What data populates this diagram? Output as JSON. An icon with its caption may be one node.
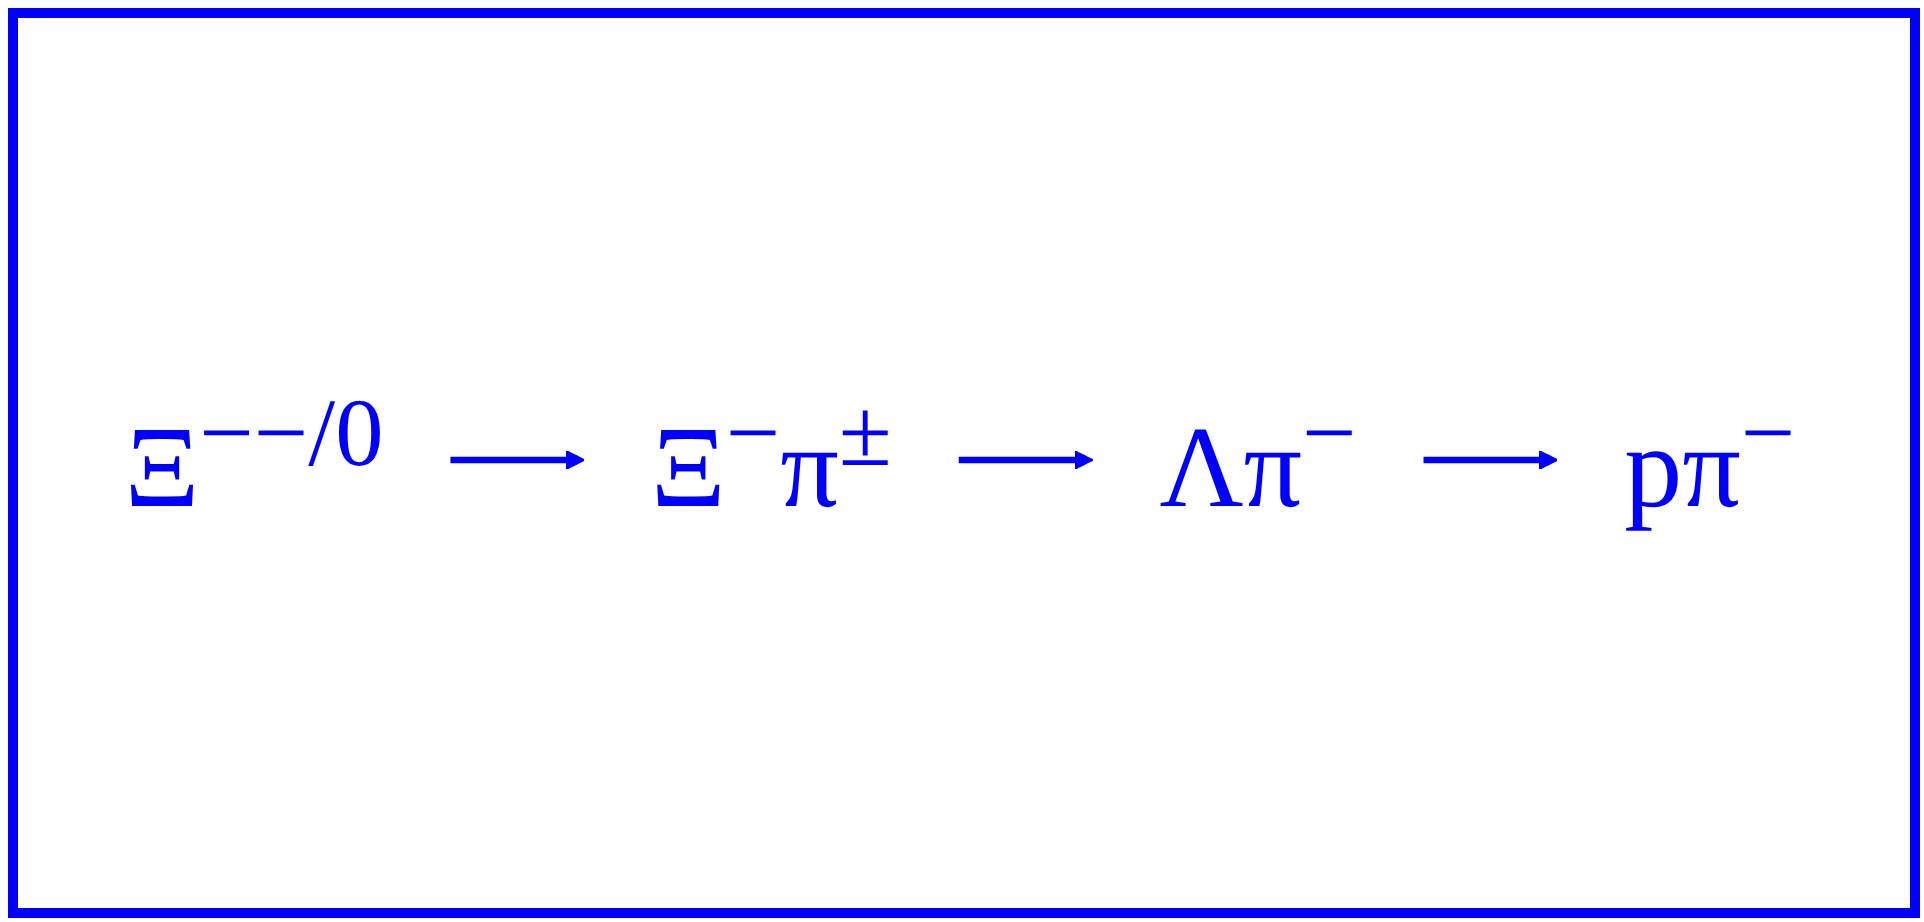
{
  "diagram": {
    "nodes": [
      {
        "text": [
          "Ξ$^{−−/0}$"
        ]
      },
      {
        "text": [
          "Ξ$^{−}$π$^{±}$"
        ]
      },
      {
        "text": [
          "Λπ$^{−}$"
        ]
      },
      {
        "text": [
          "pπ$^{−}$"
        ]
      }
    ],
    "edges": [
      {
        "from": 0,
        "to": 1,
        "arrow": "to"
      },
      {
        "from": 1,
        "to": 2,
        "arrow": "to"
      },
      {
        "from": 2,
        "to": 3,
        "arrow": "to"
      }
    ]
  }
}
